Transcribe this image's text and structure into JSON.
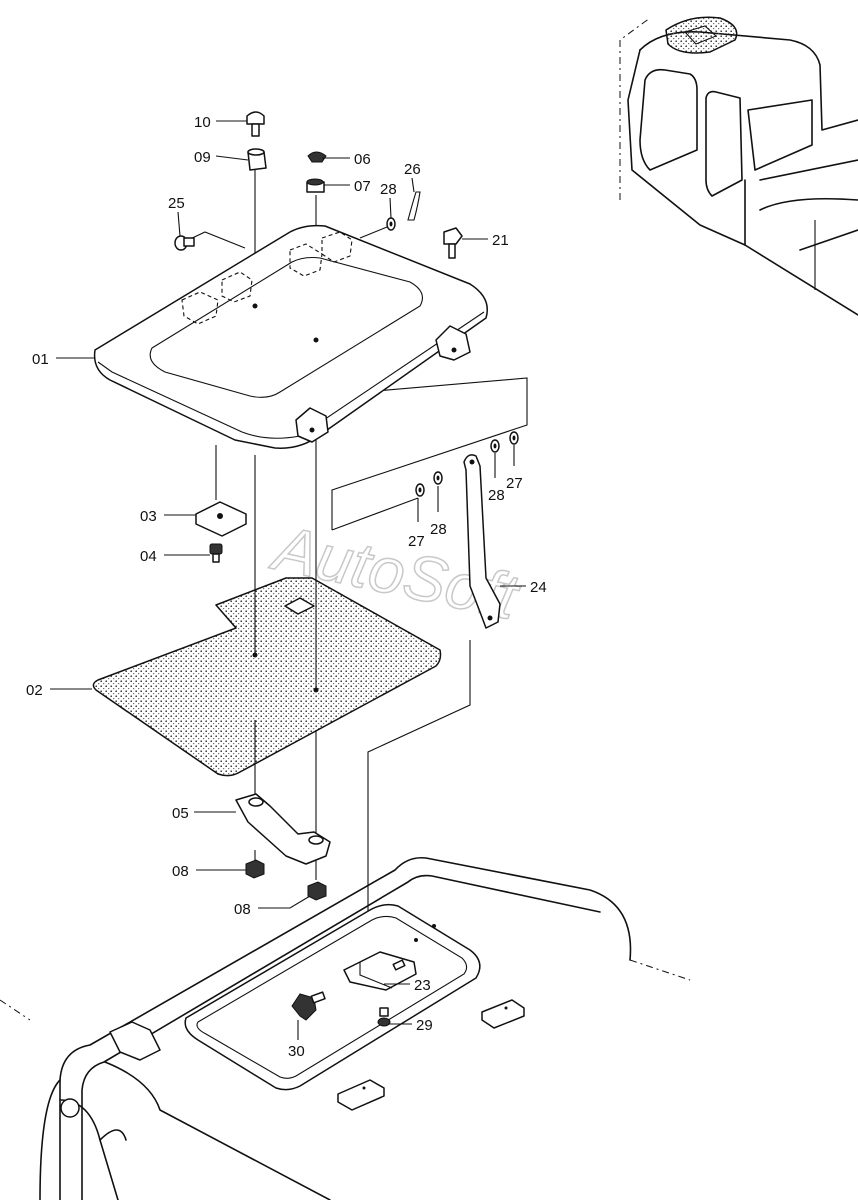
{
  "watermark": "AutoSoft",
  "labels": {
    "p01": "01",
    "p02": "02",
    "p03": "03",
    "p04": "04",
    "p05": "05",
    "p06": "06",
    "p07": "07",
    "p08a": "08",
    "p08b": "08",
    "p09": "09",
    "p10": "10",
    "p21": "21",
    "p23": "23",
    "p24": "24",
    "p25": "25",
    "p26": "26",
    "p27a": "27",
    "p27b": "27",
    "p28a": "28",
    "p28b": "28",
    "p28c": "28",
    "p29": "29",
    "p30": "30"
  }
}
